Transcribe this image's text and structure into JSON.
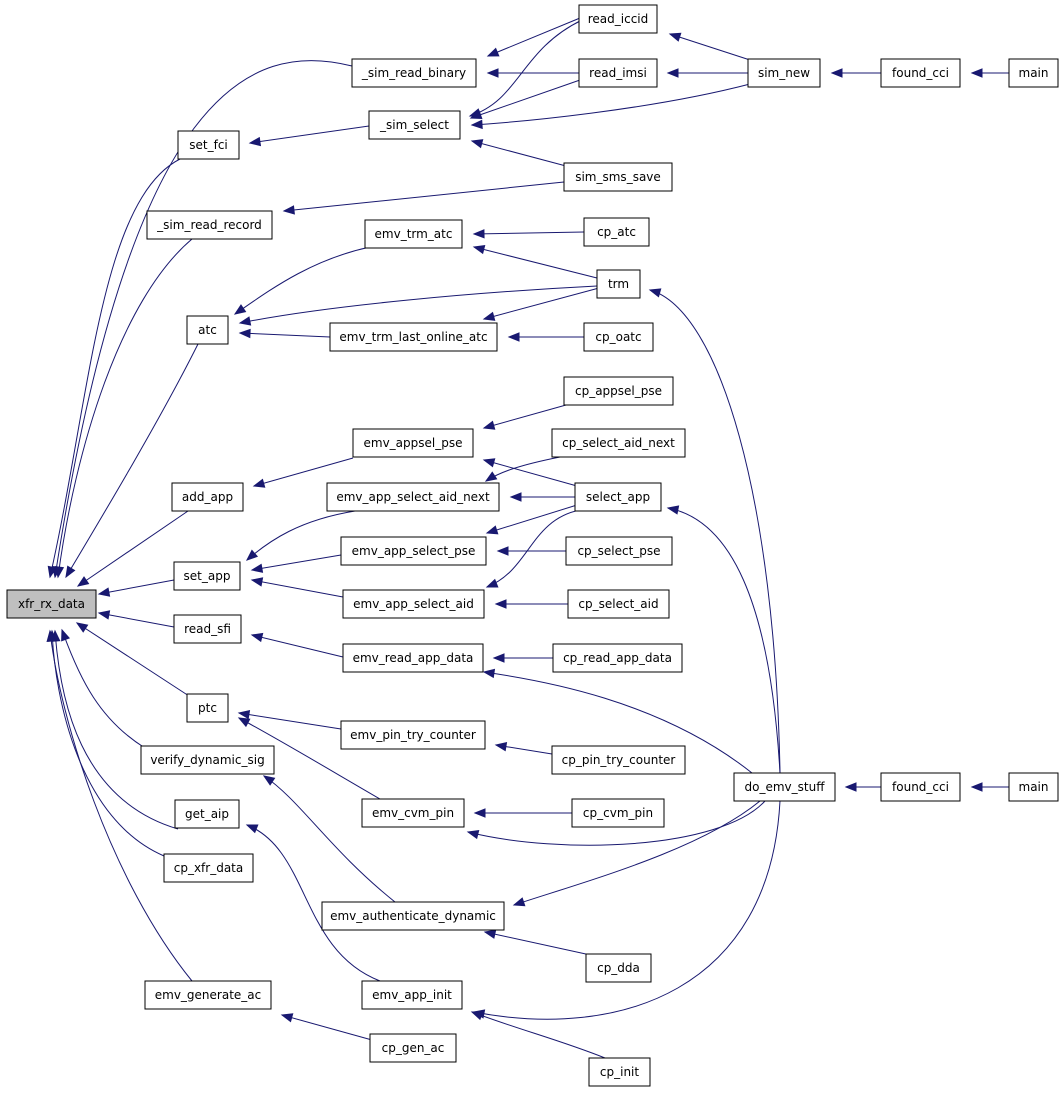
{
  "root": "xfr_rx_data",
  "colors": {
    "edge": "#191970",
    "node_border": "#000000",
    "node_fill": "#ffffff",
    "root_fill": "#bfbfbf"
  },
  "nodes": [
    {
      "id": "xfr_rx_data",
      "label": "xfr_rx_data",
      "root": true
    },
    {
      "id": "_sim_read_binary",
      "label": "_sim_read_binary"
    },
    {
      "id": "read_iccid",
      "label": "read_iccid"
    },
    {
      "id": "read_imsi",
      "label": "read_imsi"
    },
    {
      "id": "sim_new",
      "label": "sim_new"
    },
    {
      "id": "found_cci_1",
      "label": "found_cci"
    },
    {
      "id": "main_1",
      "label": "main"
    },
    {
      "id": "set_fci",
      "label": "set_fci"
    },
    {
      "id": "_sim_select",
      "label": "_sim_select"
    },
    {
      "id": "sim_sms_save",
      "label": "sim_sms_save"
    },
    {
      "id": "_sim_read_record",
      "label": "_sim_read_record"
    },
    {
      "id": "emv_trm_atc",
      "label": "emv_trm_atc"
    },
    {
      "id": "cp_atc",
      "label": "cp_atc"
    },
    {
      "id": "trm",
      "label": "trm"
    },
    {
      "id": "atc",
      "label": "atc"
    },
    {
      "id": "emv_trm_last_online_atc",
      "label": "emv_trm_last_online_atc"
    },
    {
      "id": "cp_oatc",
      "label": "cp_oatc"
    },
    {
      "id": "cp_appsel_pse",
      "label": "cp_appsel_pse"
    },
    {
      "id": "emv_appsel_pse",
      "label": "emv_appsel_pse"
    },
    {
      "id": "cp_select_aid_next",
      "label": "cp_select_aid_next"
    },
    {
      "id": "add_app",
      "label": "add_app"
    },
    {
      "id": "emv_app_select_aid_next",
      "label": "emv_app_select_aid_next"
    },
    {
      "id": "select_app",
      "label": "select_app"
    },
    {
      "id": "emv_app_select_pse",
      "label": "emv_app_select_pse"
    },
    {
      "id": "cp_select_pse",
      "label": "cp_select_pse"
    },
    {
      "id": "set_app",
      "label": "set_app"
    },
    {
      "id": "emv_app_select_aid",
      "label": "emv_app_select_aid"
    },
    {
      "id": "cp_select_aid",
      "label": "cp_select_aid"
    },
    {
      "id": "read_sfi",
      "label": "read_sfi"
    },
    {
      "id": "emv_read_app_data",
      "label": "emv_read_app_data"
    },
    {
      "id": "cp_read_app_data",
      "label": "cp_read_app_data"
    },
    {
      "id": "ptc",
      "label": "ptc"
    },
    {
      "id": "emv_pin_try_counter",
      "label": "emv_pin_try_counter"
    },
    {
      "id": "verify_dynamic_sig",
      "label": "verify_dynamic_sig"
    },
    {
      "id": "cp_pin_try_counter",
      "label": "cp_pin_try_counter"
    },
    {
      "id": "do_emv_stuff",
      "label": "do_emv_stuff"
    },
    {
      "id": "found_cci_2",
      "label": "found_cci"
    },
    {
      "id": "main_2",
      "label": "main"
    },
    {
      "id": "get_aip",
      "label": "get_aip"
    },
    {
      "id": "emv_cvm_pin",
      "label": "emv_cvm_pin"
    },
    {
      "id": "cp_cvm_pin",
      "label": "cp_cvm_pin"
    },
    {
      "id": "cp_xfr_data",
      "label": "cp_xfr_data"
    },
    {
      "id": "emv_authenticate_dynamic",
      "label": "emv_authenticate_dynamic"
    },
    {
      "id": "cp_dda",
      "label": "cp_dda"
    },
    {
      "id": "emv_generate_ac",
      "label": "emv_generate_ac"
    },
    {
      "id": "emv_app_init",
      "label": "emv_app_init"
    },
    {
      "id": "cp_gen_ac",
      "label": "cp_gen_ac"
    },
    {
      "id": "cp_init",
      "label": "cp_init"
    }
  ],
  "edges": [
    {
      "from": "_sim_read_binary",
      "to": "xfr_rx_data"
    },
    {
      "from": "set_fci",
      "to": "xfr_rx_data"
    },
    {
      "from": "_sim_read_record",
      "to": "xfr_rx_data"
    },
    {
      "from": "atc",
      "to": "xfr_rx_data"
    },
    {
      "from": "add_app",
      "to": "xfr_rx_data"
    },
    {
      "from": "set_app",
      "to": "xfr_rx_data"
    },
    {
      "from": "read_sfi",
      "to": "xfr_rx_data"
    },
    {
      "from": "ptc",
      "to": "xfr_rx_data"
    },
    {
      "from": "verify_dynamic_sig",
      "to": "xfr_rx_data"
    },
    {
      "from": "get_aip",
      "to": "xfr_rx_data"
    },
    {
      "from": "cp_xfr_data",
      "to": "xfr_rx_data"
    },
    {
      "from": "emv_generate_ac",
      "to": "xfr_rx_data"
    },
    {
      "from": "read_iccid",
      "to": "_sim_read_binary"
    },
    {
      "from": "read_imsi",
      "to": "_sim_read_binary"
    },
    {
      "from": "read_iccid",
      "to": "_sim_select"
    },
    {
      "from": "read_imsi",
      "to": "_sim_select"
    },
    {
      "from": "sim_new",
      "to": "_sim_select"
    },
    {
      "from": "sim_sms_save",
      "to": "_sim_select"
    },
    {
      "from": "sim_new",
      "to": "read_iccid"
    },
    {
      "from": "sim_new",
      "to": "read_imsi"
    },
    {
      "from": "found_cci_1",
      "to": "sim_new"
    },
    {
      "from": "main_1",
      "to": "found_cci_1"
    },
    {
      "from": "_sim_select",
      "to": "set_fci"
    },
    {
      "from": "sim_sms_save",
      "to": "_sim_read_record"
    },
    {
      "from": "emv_trm_atc",
      "to": "atc"
    },
    {
      "from": "trm",
      "to": "atc"
    },
    {
      "from": "emv_trm_last_online_atc",
      "to": "atc"
    },
    {
      "from": "cp_atc",
      "to": "emv_trm_atc"
    },
    {
      "from": "trm",
      "to": "emv_trm_atc"
    },
    {
      "from": "trm",
      "to": "emv_trm_last_online_atc"
    },
    {
      "from": "cp_oatc",
      "to": "emv_trm_last_online_atc"
    },
    {
      "from": "do_emv_stuff",
      "to": "trm"
    },
    {
      "from": "emv_appsel_pse",
      "to": "add_app"
    },
    {
      "from": "cp_appsel_pse",
      "to": "emv_appsel_pse"
    },
    {
      "from": "select_app",
      "to": "emv_appsel_pse"
    },
    {
      "from": "emv_app_select_aid_next",
      "to": "set_app"
    },
    {
      "from": "emv_app_select_pse",
      "to": "set_app"
    },
    {
      "from": "emv_app_select_aid",
      "to": "set_app"
    },
    {
      "from": "cp_select_aid_next",
      "to": "emv_app_select_aid_next"
    },
    {
      "from": "select_app",
      "to": "emv_app_select_aid_next"
    },
    {
      "from": "select_app",
      "to": "emv_app_select_pse"
    },
    {
      "from": "cp_select_pse",
      "to": "emv_app_select_pse"
    },
    {
      "from": "select_app",
      "to": "emv_app_select_aid"
    },
    {
      "from": "cp_select_aid",
      "to": "emv_app_select_aid"
    },
    {
      "from": "do_emv_stuff",
      "to": "select_app"
    },
    {
      "from": "emv_read_app_data",
      "to": "read_sfi"
    },
    {
      "from": "cp_read_app_data",
      "to": "emv_read_app_data"
    },
    {
      "from": "do_emv_stuff",
      "to": "emv_read_app_data"
    },
    {
      "from": "emv_pin_try_counter",
      "to": "ptc"
    },
    {
      "from": "emv_cvm_pin",
      "to": "ptc"
    },
    {
      "from": "cp_pin_try_counter",
      "to": "emv_pin_try_counter"
    },
    {
      "from": "cp_cvm_pin",
      "to": "emv_cvm_pin"
    },
    {
      "from": "do_emv_stuff",
      "to": "emv_cvm_pin"
    },
    {
      "from": "emv_authenticate_dynamic",
      "to": "verify_dynamic_sig"
    },
    {
      "from": "do_emv_stuff",
      "to": "emv_authenticate_dynamic"
    },
    {
      "from": "cp_dda",
      "to": "emv_authenticate_dynamic"
    },
    {
      "from": "emv_app_init",
      "to": "get_aip"
    },
    {
      "from": "do_emv_stuff",
      "to": "emv_app_init"
    },
    {
      "from": "cp_init",
      "to": "emv_app_init"
    },
    {
      "from": "cp_gen_ac",
      "to": "emv_generate_ac"
    },
    {
      "from": "found_cci_2",
      "to": "do_emv_stuff"
    },
    {
      "from": "main_2",
      "to": "found_cci_2"
    }
  ]
}
